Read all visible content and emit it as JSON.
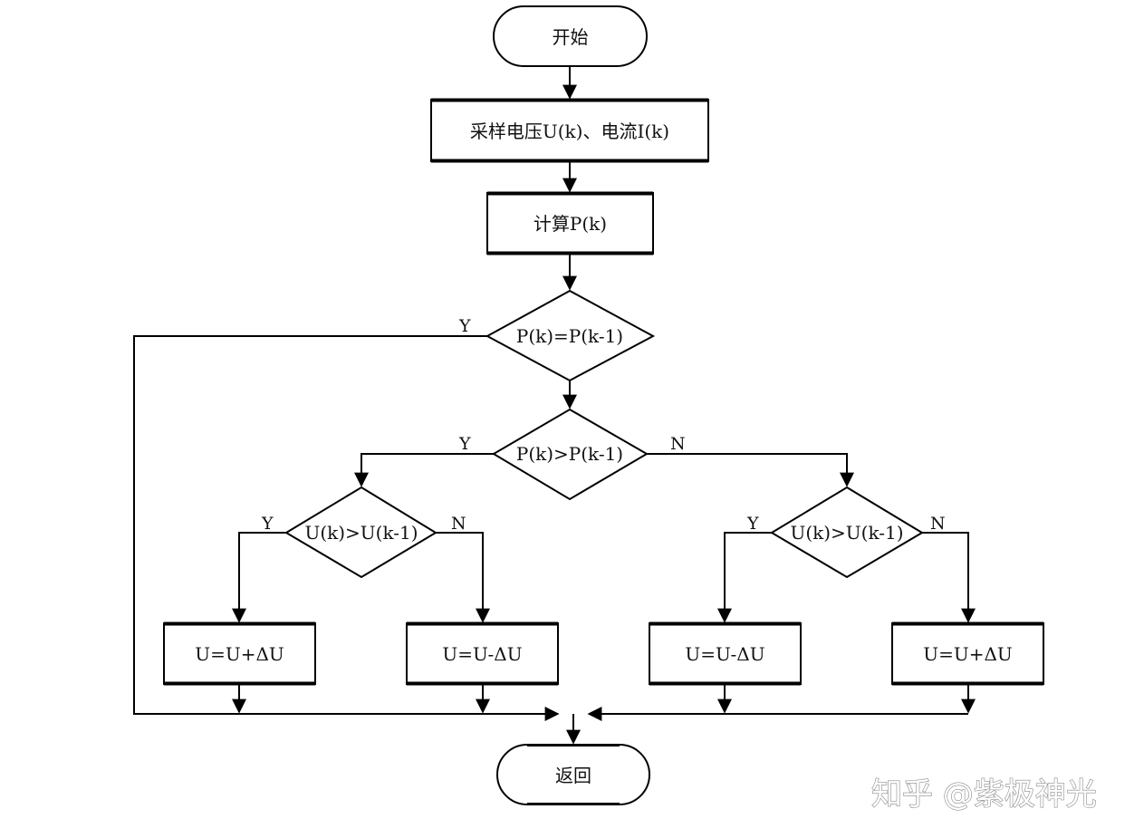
{
  "nodes": {
    "start": "开始",
    "sample": "采样电压U(k)、电流I(k)",
    "calc": "计算P(k)",
    "decision_equal": "P(k)=P(k-1)",
    "decision_greater": "P(k)>P(k-1)",
    "decision_u_left": "U(k)>U(k-1)",
    "decision_u_right": "U(k)>U(k-1)",
    "action_1": "U=U+ΔU",
    "action_2": "U=U-ΔU",
    "action_3": "U=U-ΔU",
    "action_4": "U=U+ΔU",
    "end": "返回"
  },
  "edge_labels": {
    "equal_yes": "Y",
    "greater_yes": "Y",
    "greater_no": "N",
    "u_left_yes": "Y",
    "u_left_no": "N",
    "u_right_yes": "Y",
    "u_right_no": "N"
  },
  "watermark": "知乎 @紫极神光"
}
